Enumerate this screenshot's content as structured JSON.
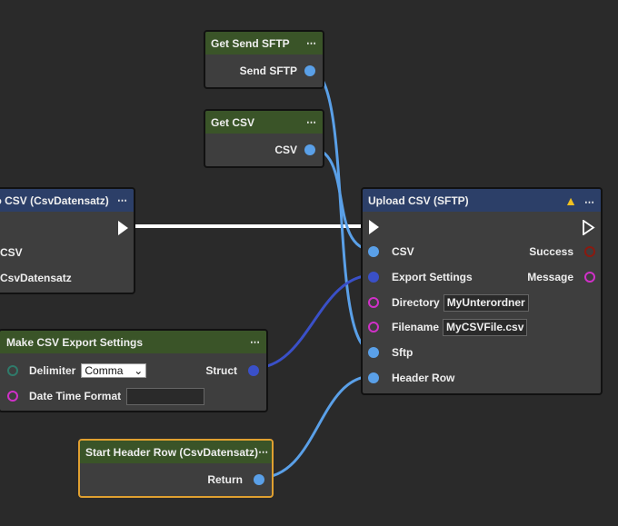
{
  "colors": {
    "background": "#2a2a2a",
    "node_body": "#3e3e3e",
    "header_blue": "#2c3f68",
    "header_green": "#3a5428",
    "wire_light": "#5aa0e8",
    "wire_dark": "#3a50c8",
    "selected_border": "#e0a030",
    "warning": "#f0c020"
  },
  "nodes": {
    "get_send_sftp": {
      "title": "Get Send SFTP",
      "output": "Send SFTP"
    },
    "get_csv": {
      "title": "Get CSV",
      "output": "CSV"
    },
    "to_csv": {
      "title": "To CSV (CsvDatensatz)",
      "inputs": [
        "CSV",
        "CsvDatensatz"
      ]
    },
    "make_settings": {
      "title": "Make CSV Export Settings",
      "delimiter_label": "Delimiter",
      "delimiter_value": "Comma",
      "datetime_label": "Date Time Format",
      "datetime_value": "",
      "output": "Struct"
    },
    "start_header": {
      "title": "Start Header Row (CsvDatensatz)",
      "output": "Return"
    },
    "upload": {
      "title": "Upload CSV (SFTP)",
      "inputs": {
        "csv": "CSV",
        "export": "Export Settings",
        "directory": "Directory",
        "directory_value": "MyUnterordner",
        "filename": "Filename",
        "filename_value": "MyCSVFile.csv",
        "sftp": "Sftp",
        "header": "Header Row"
      },
      "outputs": {
        "success": "Success",
        "message": "Message"
      }
    }
  },
  "menu_icon": "⋯"
}
